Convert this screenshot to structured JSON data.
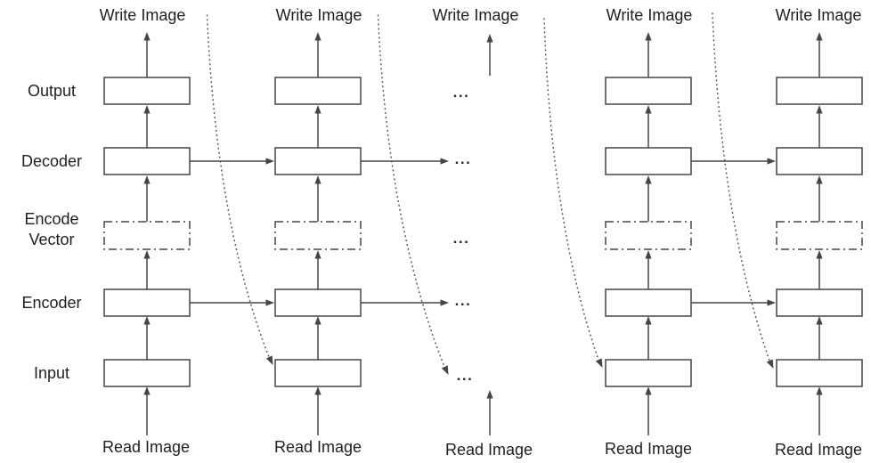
{
  "figure": {
    "row_labels": {
      "output": "Output",
      "decoder": "Decoder",
      "encode_vector": [
        "Encode",
        "Vector"
      ],
      "encoder": "Encoder",
      "input": "Input"
    },
    "write_image_label": "Write Image",
    "read_image_label": "Read Image",
    "ellipsis": "...",
    "colors": {
      "line": "#454545",
      "text": "#1f1f1f",
      "background": "#ffffff"
    }
  }
}
